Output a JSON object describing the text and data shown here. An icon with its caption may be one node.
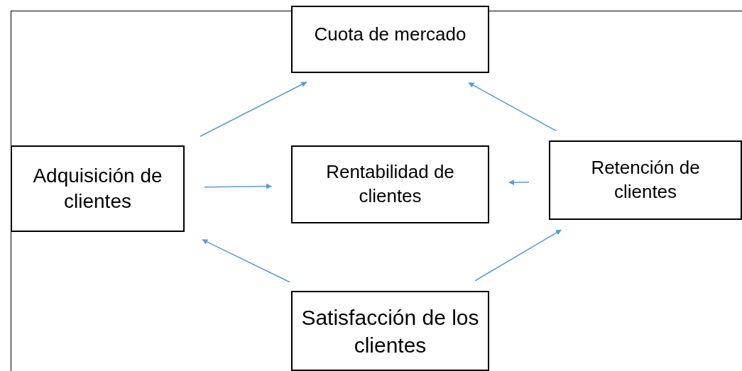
{
  "diagram": {
    "nodes": [
      {
        "text": [
          "Cuota de mercado"
        ]
      },
      {
        "text": [
          "Adquisición de clientes"
        ]
      },
      {
        "text": [
          "Rentabilidad de clientes"
        ]
      },
      {
        "text": [
          "Retención de clientes"
        ]
      },
      {
        "text": [
          "Satisfacción de los clientes"
        ]
      }
    ],
    "edges": [
      {
        "from": 1,
        "to": 0,
        "arrow": "to"
      },
      {
        "from": 3,
        "to": 0,
        "arrow": "to"
      },
      {
        "from": 1,
        "to": 2,
        "arrow": "to"
      },
      {
        "from": 3,
        "to": 2,
        "arrow": "to"
      },
      {
        "from": 4,
        "to": 1,
        "arrow": "to"
      },
      {
        "from": 4,
        "to": 3,
        "arrow": "to"
      }
    ]
  }
}
